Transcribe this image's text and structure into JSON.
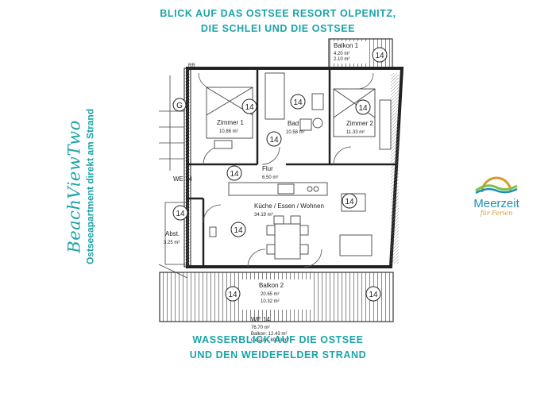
{
  "header_top": [
    "BLICK AUF DAS OSTSEE RESORT OLPENITZ,",
    "DIE SCHLEI UND DIE OSTSEE"
  ],
  "header_bottom": [
    "WASSERBLICK AUF DIE OSTSEE",
    "UND DEN WEIDEFELDER STRAND"
  ],
  "sidebar": {
    "brand": "BeachViewTwo",
    "tagline": "Ostseeapartment direkt am Strand"
  },
  "logo": {
    "name": "Meerzeit",
    "subtitle": "für Ferien"
  },
  "floorplan": {
    "rooms": {
      "balkon1": {
        "name": "Balkon 1",
        "area1": "4.20 m²",
        "area2": "2.10 m²"
      },
      "zimmer1": {
        "name": "Zimmer 1",
        "area": "10.86 m²"
      },
      "bad": {
        "name": "Bad",
        "area": "10.58 m²"
      },
      "zimmer2": {
        "name": "Zimmer 2",
        "area": "11.33 m²"
      },
      "flur": {
        "name": "Flur",
        "area": "6.50 m²"
      },
      "kueche": {
        "name": "Küche / Essen / Wohnen",
        "area": "34.19 m²"
      },
      "abst": {
        "name": "Abst.",
        "area": "3.25 m²"
      },
      "balkon2": {
        "name": "Balkon 2",
        "area1": "20.65 m²",
        "area2": "10.32 m²"
      }
    },
    "markers": {
      "room_number": "14",
      "g_label": "G",
      "rr_label": "RR",
      "neighbor": "WE 14"
    },
    "summary": {
      "unit": "WE 14",
      "total_living": "76.70 m²",
      "balkon": "Balkon: 12.43 m²",
      "gesamt": "Gesamt: 89.13 m²"
    }
  },
  "colors": {
    "accent": "#1aa3a8",
    "logo_blue": "#1a8fb8",
    "logo_gold": "#d59b2c"
  }
}
